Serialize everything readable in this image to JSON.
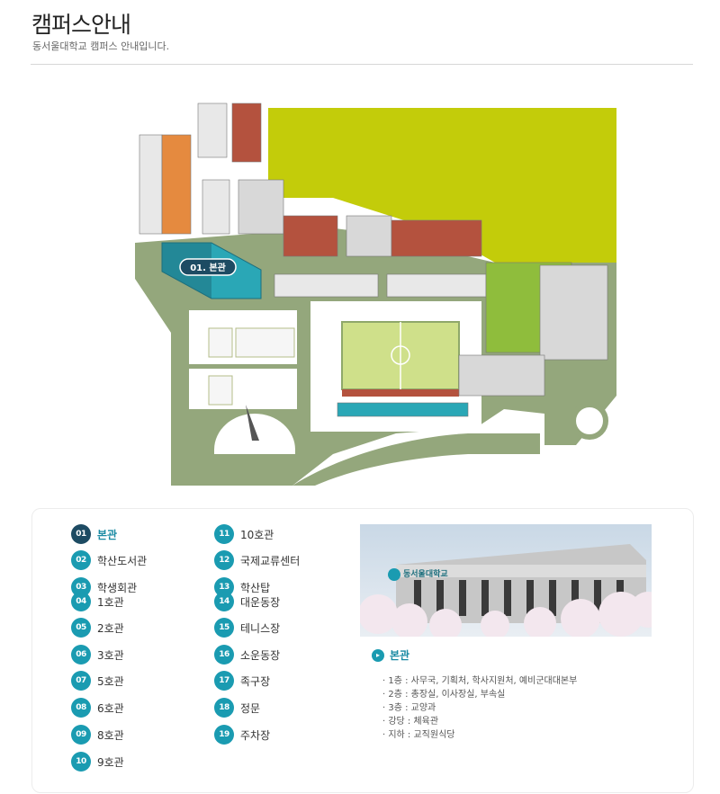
{
  "header": {
    "title": "캠퍼스안내",
    "subtitle": "동서울대학교 캠퍼스 안내입니다."
  },
  "map": {
    "callout_label": "01. 본관",
    "colors": {
      "grass": "#c3cc0a",
      "path": "#94a77c",
      "field": "#cfe08a",
      "highlight_building": "#2aa7b6",
      "highlight_dark": "#1d6f7e"
    }
  },
  "buildings": [
    {
      "num": "01",
      "label": "본관",
      "active": true
    },
    {
      "num": "02",
      "label": "학산도서관"
    },
    {
      "num": "03",
      "label": "학생회관"
    },
    {
      "num": "04",
      "label": "1호관"
    },
    {
      "num": "05",
      "label": "2호관"
    },
    {
      "num": "06",
      "label": "3호관"
    },
    {
      "num": "07",
      "label": "5호관"
    },
    {
      "num": "08",
      "label": "6호관"
    },
    {
      "num": "09",
      "label": "8호관"
    },
    {
      "num": "10",
      "label": "9호관"
    },
    {
      "num": "11",
      "label": "10호관"
    },
    {
      "num": "12",
      "label": "국제교류센터"
    },
    {
      "num": "13",
      "label": "학산탑"
    },
    {
      "num": "14",
      "label": "대운동장"
    },
    {
      "num": "15",
      "label": "테니스장"
    },
    {
      "num": "16",
      "label": "소운동장"
    },
    {
      "num": "17",
      "label": "족구장"
    },
    {
      "num": "18",
      "label": "정문"
    },
    {
      "num": "19",
      "label": "주차장"
    }
  ],
  "photo": {
    "sign_text": "동서울대학교"
  },
  "detail": {
    "title": "본관",
    "icon": "chevron-right-icon",
    "lines": [
      "· 1층 : 사무국, 기획처, 학사지원처, 예비군대대본부",
      "· 2층 : 총장실, 이사장실, 부속실",
      "· 3층 : 교양과",
      "· 강당 : 체육관",
      "· 지하 : 교직원식당"
    ]
  }
}
